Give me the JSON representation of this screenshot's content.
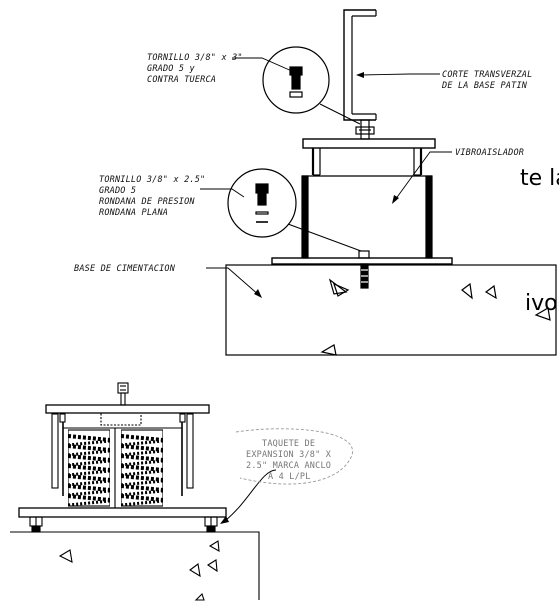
{
  "cut_text": {
    "line1": "te la",
    "line2": "ivo"
  },
  "upper_detail": {
    "callout_bolt_top": [
      "TORNILLO 3/8\" x 3\"",
      "GRADO 5 y",
      "CONTRA TUERCA"
    ],
    "callout_section": [
      "CORTE TRANSVERZAL",
      "DE LA BASE PATIN"
    ],
    "callout_isolator": [
      "VIBROAISLADOR"
    ],
    "callout_bolt_low": [
      "TORNILLO 3/8\" x 2.5\"",
      "GRADO 5",
      "RONDANA DE PRESION",
      "RONDANA PLANA"
    ],
    "callout_base": [
      "BASE DE CIMENTACION"
    ]
  },
  "lower_detail": {
    "callout_anchor": [
      "TAQUETE DE",
      "EXPANSION 3/8\" X",
      "2.5\" MARCA ANCLO",
      "A 4 L/PL"
    ]
  },
  "colors": {
    "line": "#000000",
    "gray_note": "#777777"
  }
}
